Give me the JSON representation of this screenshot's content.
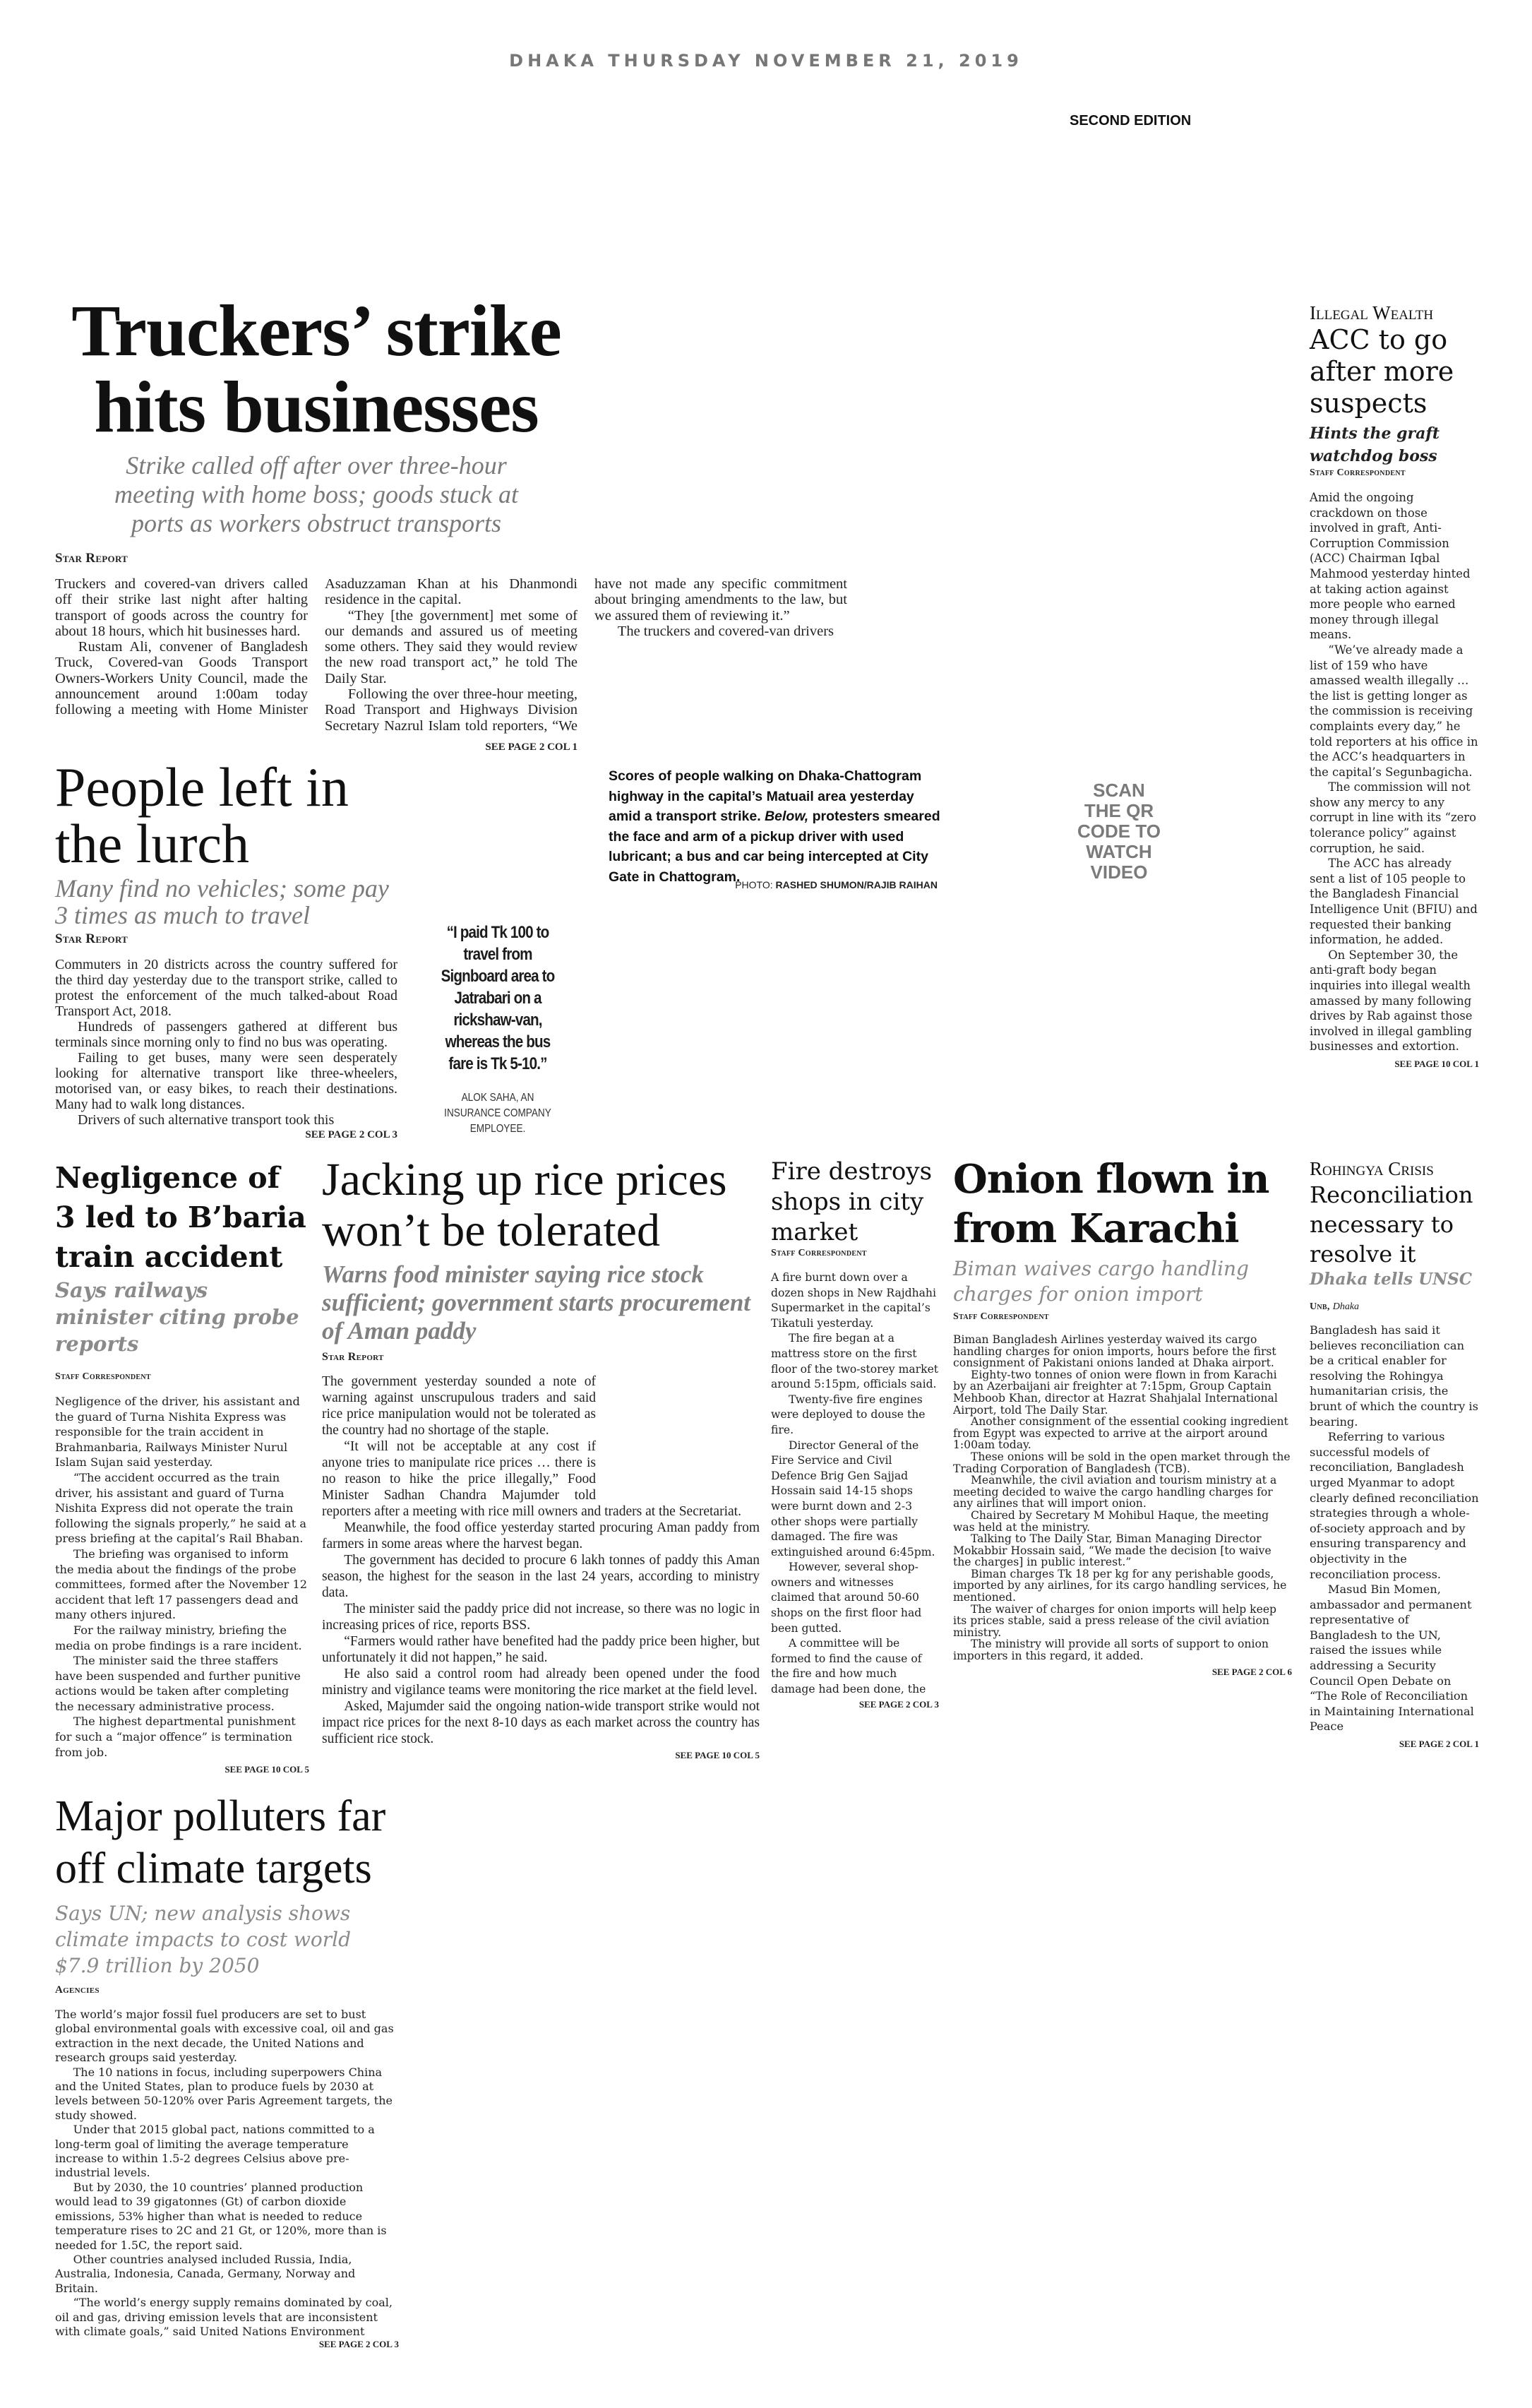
{
  "masthead": {
    "dateline": "DHAKA THURSDAY NOVEMBER 21, 2019",
    "edition": "SECOND EDITION"
  },
  "stories": {
    "truckers": {
      "headline": [
        "Truckers’ strike",
        "hits businesses"
      ],
      "subhead": "Strike called off after over three-hour meeting with home boss; goods stuck at ports as workers obstruct transports",
      "byline": "Star Report",
      "body": [
        "Truckers and covered-van drivers called off their strike last night after halting transport of goods across the country for about 18 hours, which hit businesses hard.",
        "Rustam Ali, convener of Bangladesh Truck, Covered-van Goods Transport Owners-Workers Unity Council, made the announcement around 1:00am today following a meeting with Home Minister Asaduzzaman Khan at his Dhanmondi residence in the capital.",
        "“They [the government] met some of our demands and assured us of meeting some others. They said they would review the new road transport act,” he told The Daily Star.",
        "Following the over three-hour meeting, Road Transport and Highways Division Secretary Nazrul Islam told reporters, “We have not made any specific commitment about bringing amendments to the law, but we assured them of reviewing it.”",
        "The truckers and covered-van drivers"
      ],
      "jump": "SEE PAGE 2 COL 1"
    },
    "lurch": {
      "headline": [
        "People left in",
        "the lurch"
      ],
      "subhead": "Many find no vehicles; some pay 3 times as much to travel",
      "byline": "Star Report",
      "body": [
        "Commuters in 20 districts across the country suffered for the third day yesterday due to the transport strike, called to protest the enforcement of the much talked-about Road Transport Act, 2018.",
        "Hundreds of passengers gathered at different bus terminals since morning only to find no bus was operating.",
        "Failing to get buses, many were seen desperately looking for alternative transport like three-wheelers, motorised van, or easy bikes, to reach their destinations. Many had to walk long distances.",
        "Drivers of such alternative transport took this"
      ],
      "jump": "SEE PAGE 2 COL 3",
      "quote": "“I paid Tk 100 to travel from Signboard area to Jatrabari on a rickshaw-van, whereas the bus fare is Tk 5-10.”",
      "quote_attribution": "ALOK SAHA, AN INSURANCE COMPANY EMPLOYEE."
    },
    "photo": {
      "caption_lead": "Scores of people walking on Dhaka-Chattogram highway in the capital’s Matuail area yesterday amid a transport strike. ",
      "caption_italic": "Below,",
      "caption_rest": " protesters smeared the face and arm of a pickup driver with used lubricant; a bus and car being intercepted at City Gate in Chattogram.",
      "credit_label": "PHOTO: ",
      "credit_names": "RASHED SHUMON/RAJIB RAIHAN",
      "qr_prompt": "SCAN THE QR CODE TO WATCH VIDEO"
    },
    "acc": {
      "kicker": "Illegal Wealth",
      "headline": "ACC to go after more suspects",
      "subhead": "Hints the graft watchdog boss",
      "byline": "Staff Correspondent",
      "body": [
        "Amid the ongoing crackdown on those involved in graft, Anti-Corruption Commission (ACC) Chairman Iqbal Mahmood yesterday hinted at taking action against more people who earned money through illegal means.",
        "“We’ve already made a list of 159 who have amassed wealth illegally … the list is getting longer as the commission is receiving complaints every day,” he told reporters at his office in the ACC’s headquarters in the capital’s Segunbagicha.",
        "The commission will not show any mercy to any corrupt in line with its “zero tolerance policy” against corruption, he said.",
        "The ACC has already sent a list of 105 people to the Bangladesh Financial Intelligence Unit (BFIU) and requested their banking information, he added.",
        "On September 30, the anti-graft body began inquiries into illegal wealth amassed by many following drives by Rab against those involved in illegal gambling businesses and extortion."
      ],
      "jump": "SEE PAGE 10 COL 1"
    },
    "train": {
      "headline": "Negligence of 3 led to B’baria train accident",
      "subhead": "Says railways minister citing probe reports",
      "byline": "Staff Correspondent",
      "body": [
        "Negligence of the driver, his assistant and the guard of Turna Nishita Express was responsible for the train accident in Brahmanbaria, Railways Minister Nurul Islam Sujan said yesterday.",
        "“The accident occurred as the train driver, his assistant and guard of Turna Nishita Express did not operate the train following the signals properly,” he said at a press briefing at the capital’s Rail Bhaban.",
        "The briefing was organised to inform the media about the findings of the probe committees, formed after the November 12 accident that left 17 passengers dead and many others injured.",
        "For the railway ministry, briefing the media on probe findings is a rare incident.",
        "The minister said the three staffers have been suspended and further punitive actions would be taken after completing the necessary administrative process.",
        "The highest departmental punishment for such a “major offence” is termination from job."
      ],
      "jump": "SEE PAGE 10 COL 5"
    },
    "rice": {
      "headline": "Jacking up rice prices won’t be tolerated",
      "subhead": "Warns food minister saying rice stock sufficient; government starts procurement of Aman paddy",
      "byline": "Star Report",
      "body": [
        "The government yesterday sounded a note of warning against unscrupulous traders and said rice price manipulation would not be tolerated as the country had no shortage of the staple.",
        "“It will not be acceptable at any cost if anyone tries to manipulate rice prices … there is no reason to hike the price illegally,” Food Minister Sadhan Chandra Majumder told reporters after a meeting with rice mill owners and traders at the Secretariat.",
        "Meanwhile, the food office yesterday started procuring Aman paddy from farmers in some areas where the harvest began.",
        "The government has decided to procure 6 lakh tonnes of paddy this Aman season, the highest for the season in the last 24 years, according to ministry data.",
        "The minister said the paddy price did not increase, so there was no logic in increasing prices of rice, reports BSS.",
        "“Farmers would rather have benefited had the paddy price been higher, but unfortunately it did not happen,” he said.",
        "He also said a control room had already been opened under the food ministry and vigilance teams were monitoring the rice market at the field level.",
        "Asked, Majumder said the ongoing nation-wide transport strike would not impact rice prices for the next 8-10 days as each market across the country has sufficient rice stock."
      ],
      "jump": "SEE PAGE 10 COL 5"
    },
    "fire": {
      "headline": "Fire destroys shops in city market",
      "byline": "Staff Correspondent",
      "body": [
        "A fire burnt down over a dozen shops in New Rajdhahi Supermarket in the capital’s Tikatuli yesterday.",
        "The fire began at a mattress store on the first floor of the two-storey market around 5:15pm, officials said.",
        "Twenty-five fire engines were deployed to douse the fire.",
        "Director General of the Fire Service and Civil Defence Brig Gen Sajjad Hossain said 14-15 shops were burnt down and 2-3 other shops were partially damaged. The fire was extinguished around 6:45pm.",
        "However, several shop-owners and witnesses claimed that around 50-60 shops on the first floor had been gutted.",
        "A committee will be formed to find the cause of the fire and how much damage had been done, the"
      ],
      "jump": "SEE PAGE 2 COL 3"
    },
    "onion": {
      "headline": "Onion flown in from Karachi",
      "subhead": "Biman waives cargo handling charges for onion import",
      "byline": "Staff Correspondent",
      "body": [
        "Biman Bangladesh Airlines yesterday waived its cargo handling charges for onion imports, hours before the first consignment of Pakistani onions landed at Dhaka airport.",
        "Eighty-two tonnes of onion were flown in from Karachi by an Azerbaijani air freighter at 7:15pm, Group Captain Mehboob Khan, director at Hazrat Shahjalal International Airport, told The Daily Star.",
        "Another consignment of the essential cooking ingredient from Egypt was expected to arrive at the airport around 1:00am today.",
        "These onions will be sold in the open market through the Trading Corporation of Bangladesh (TCB).",
        "Meanwhile, the civil aviation and tourism ministry at a meeting decided to waive the cargo handling charges for any airlines that will import onion.",
        "Chaired by Secretary M Mohibul Haque, the meeting was held at the ministry.",
        "Talking to The Daily Star, Biman Managing Director Mokabbir Hossain said, “We made the decision [to waive the charges] in public interest.”",
        "Biman charges Tk 18 per kg for any perishable goods, imported by any airlines, for its cargo handling services, he mentioned.",
        "The waiver of charges for onion imports will help keep its prices stable, said a press release of the civil aviation ministry.",
        "The ministry will provide all sorts of support to onion importers in this regard, it added."
      ],
      "jump": "SEE PAGE 2 COL 6"
    },
    "rohingya": {
      "kicker": "Rohingya Crisis",
      "headline": "Reconciliation necessary to resolve it",
      "subhead": "Dhaka tells UNSC",
      "byline": "Unb,",
      "byline_place": "Dhaka",
      "body": [
        "Bangladesh has said it believes reconciliation can be a critical enabler for resolving the Rohingya humanitarian crisis, the brunt of which the country is bearing.",
        "Referring to various successful models of reconciliation, Bangladesh urged Myanmar to adopt clearly defined reconciliation strategies through a whole-of-society approach and by ensuring transparency and objectivity in the reconciliation process.",
        "Masud Bin Momen, ambassador and permanent representative of Bangladesh to the UN, raised the issues while addressing a Security Council Open Debate on “The Role of Reconciliation in Maintaining International Peace"
      ],
      "jump": "SEE PAGE 2 COL 1"
    },
    "climate": {
      "headline": [
        "Major polluters far",
        "off climate targets"
      ],
      "subhead": "Says UN; new analysis shows climate impacts to cost world $7.9 trillion by 2050",
      "byline": "Agencies",
      "body": [
        "The world’s major fossil fuel producers are set to bust global environmental goals with excessive coal, oil and gas extraction in the next decade, the United Nations and research groups said yesterday.",
        "The 10 nations in focus, including superpowers China and the United States, plan to produce fuels by 2030 at levels between 50-120% over Paris Agreement targets, the study showed.",
        "Under that 2015 global pact, nations committed to a long-term goal of limiting the average temperature increase to within 1.5-2 degrees Celsius above pre-industrial levels.",
        "But by 2030, the 10 countries’ planned production would lead to 39 gigatonnes (Gt) of carbon dioxide emissions, 53% higher than what is needed to reduce temperature rises to 2C and 21 Gt, or 120%, more than is needed for 1.5C, the report said.",
        "Other countries analysed included Russia, India, Australia, Indonesia, Canada, Germany, Norway and Britain.",
        "“The world’s energy supply remains dominated by coal, oil and gas, driving emission levels that are inconsistent with climate goals,” said United Nations Environment"
      ],
      "jump": "SEE PAGE 2 COL 3"
    }
  }
}
